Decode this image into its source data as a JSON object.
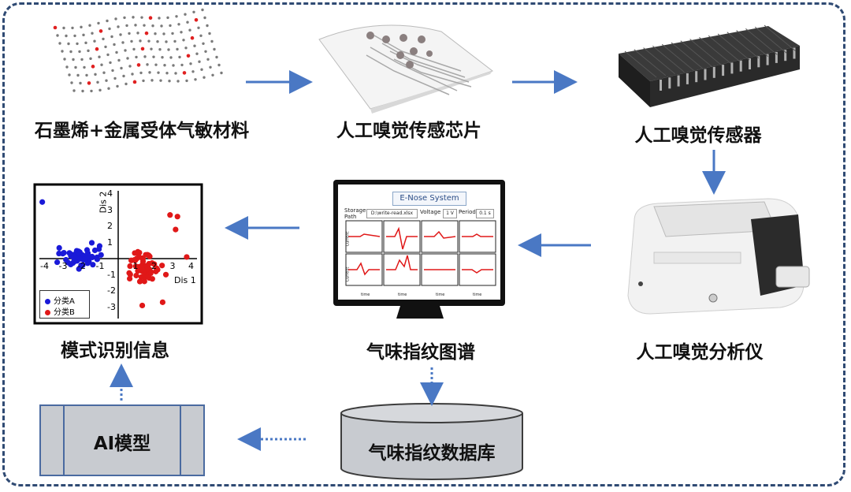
{
  "nodes": {
    "material": "石墨烯+金属受体气敏材料",
    "chip": "人工嗅觉传感芯片",
    "sensor": "人工嗅觉传感器",
    "analyzer": "人工嗅觉分析仪",
    "fingerprint": "气味指纹图谱",
    "pattern": "模式识别信息",
    "database": "气味指纹数据库",
    "ai_model": "AI模型"
  },
  "monitor": {
    "title": "E-Nose System",
    "storage_label": "Storage Path",
    "storage_value": "D:\\write-read.xlsx",
    "voltage_label": "Voltage",
    "voltage_value": "1 V",
    "period_label": "Period",
    "period_value": "0.1 s",
    "y_label": "Current",
    "x_label": "time"
  },
  "pca": {
    "xlabel": "Dis 1",
    "ylabel": "Dis 2",
    "x_ticks": [
      "-4",
      "-3",
      "-2",
      "-1",
      "1",
      "2",
      "3",
      "4"
    ],
    "y_ticks": [
      "4",
      "3",
      "2",
      "1",
      "-1",
      "-2",
      "-3"
    ],
    "legend": [
      {
        "name": "分类A",
        "color": "#1a1ad8"
      },
      {
        "name": "分类B",
        "color": "#e01818"
      }
    ]
  },
  "colors": {
    "arrow": "#4a78c4",
    "frame": "#2f4a73"
  }
}
